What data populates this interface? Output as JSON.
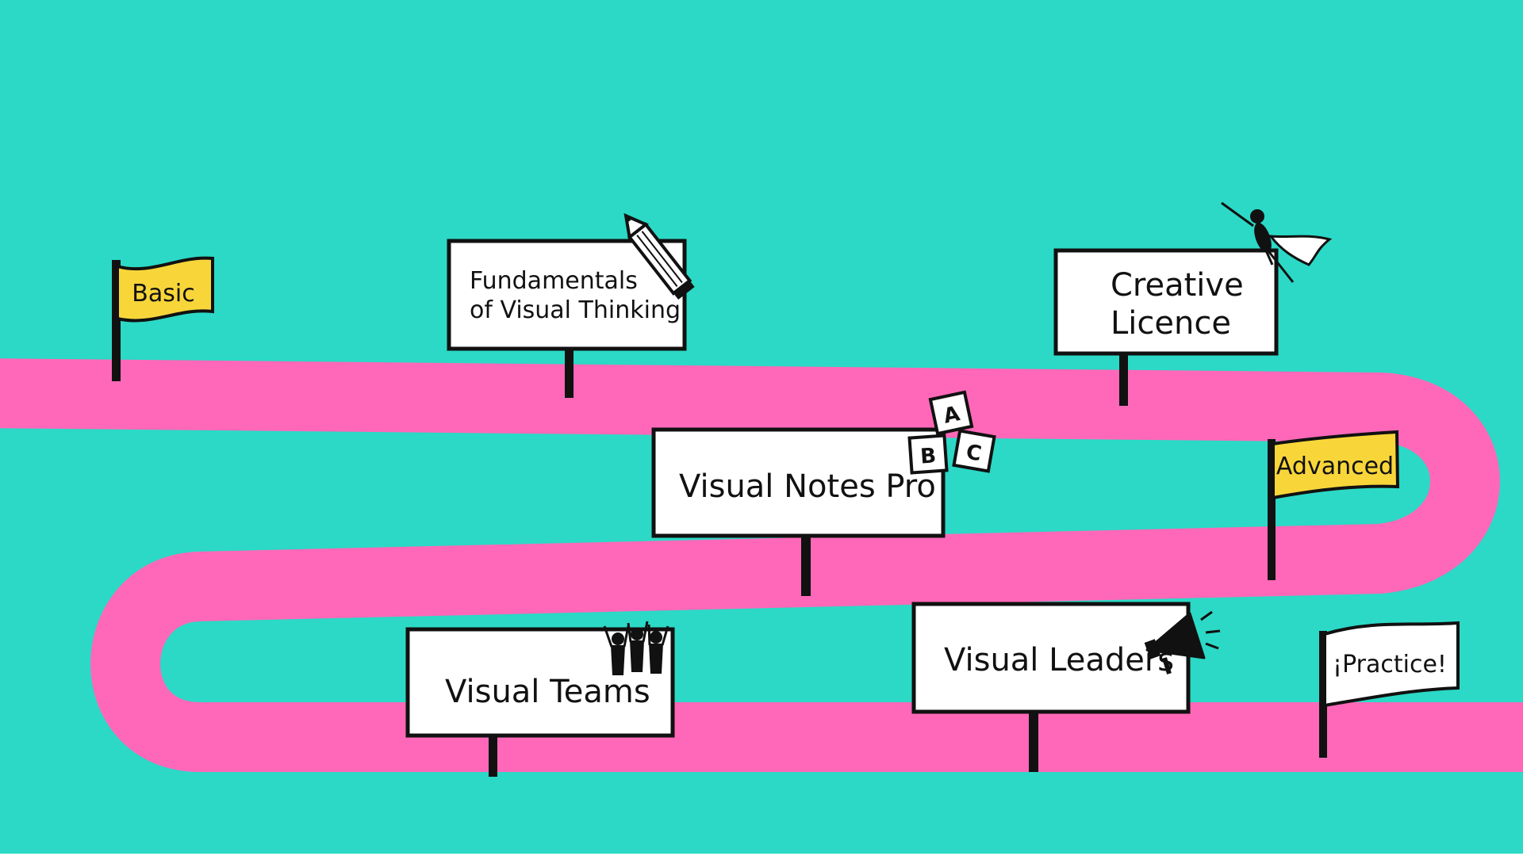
{
  "colors": {
    "background": "#2bd9c6",
    "road": "#ff68b8",
    "flag_level": "#f8d63a",
    "flag_practice": "#ffffff",
    "sign": "#ffffff",
    "ink": "#111111"
  },
  "flags": {
    "basic": {
      "label": "Basic",
      "color": "#f8d63a"
    },
    "advanced": {
      "label": "Advanced",
      "color": "#f8d63a"
    },
    "practice": {
      "label": "¡Practice!",
      "color": "#ffffff"
    }
  },
  "signs": {
    "fundamentals": {
      "lines": [
        "Fundamentals",
        "of Visual Thinking"
      ],
      "icon": "pencil-icon"
    },
    "creative_licence": {
      "lines": [
        "Creative",
        "Licence"
      ],
      "icon": "caped-hero-icon"
    },
    "visual_notes_pro": {
      "lines": [
        "Visual Notes Pro"
      ],
      "icon": "abc-blocks-icon",
      "blocks": [
        "A",
        "B",
        "C"
      ]
    },
    "visual_teams": {
      "lines": [
        "Visual Teams"
      ],
      "icon": "cheering-people-icon"
    },
    "visual_leaders": {
      "lines": [
        "Visual Leaders"
      ],
      "icon": "megaphone-icon"
    }
  }
}
